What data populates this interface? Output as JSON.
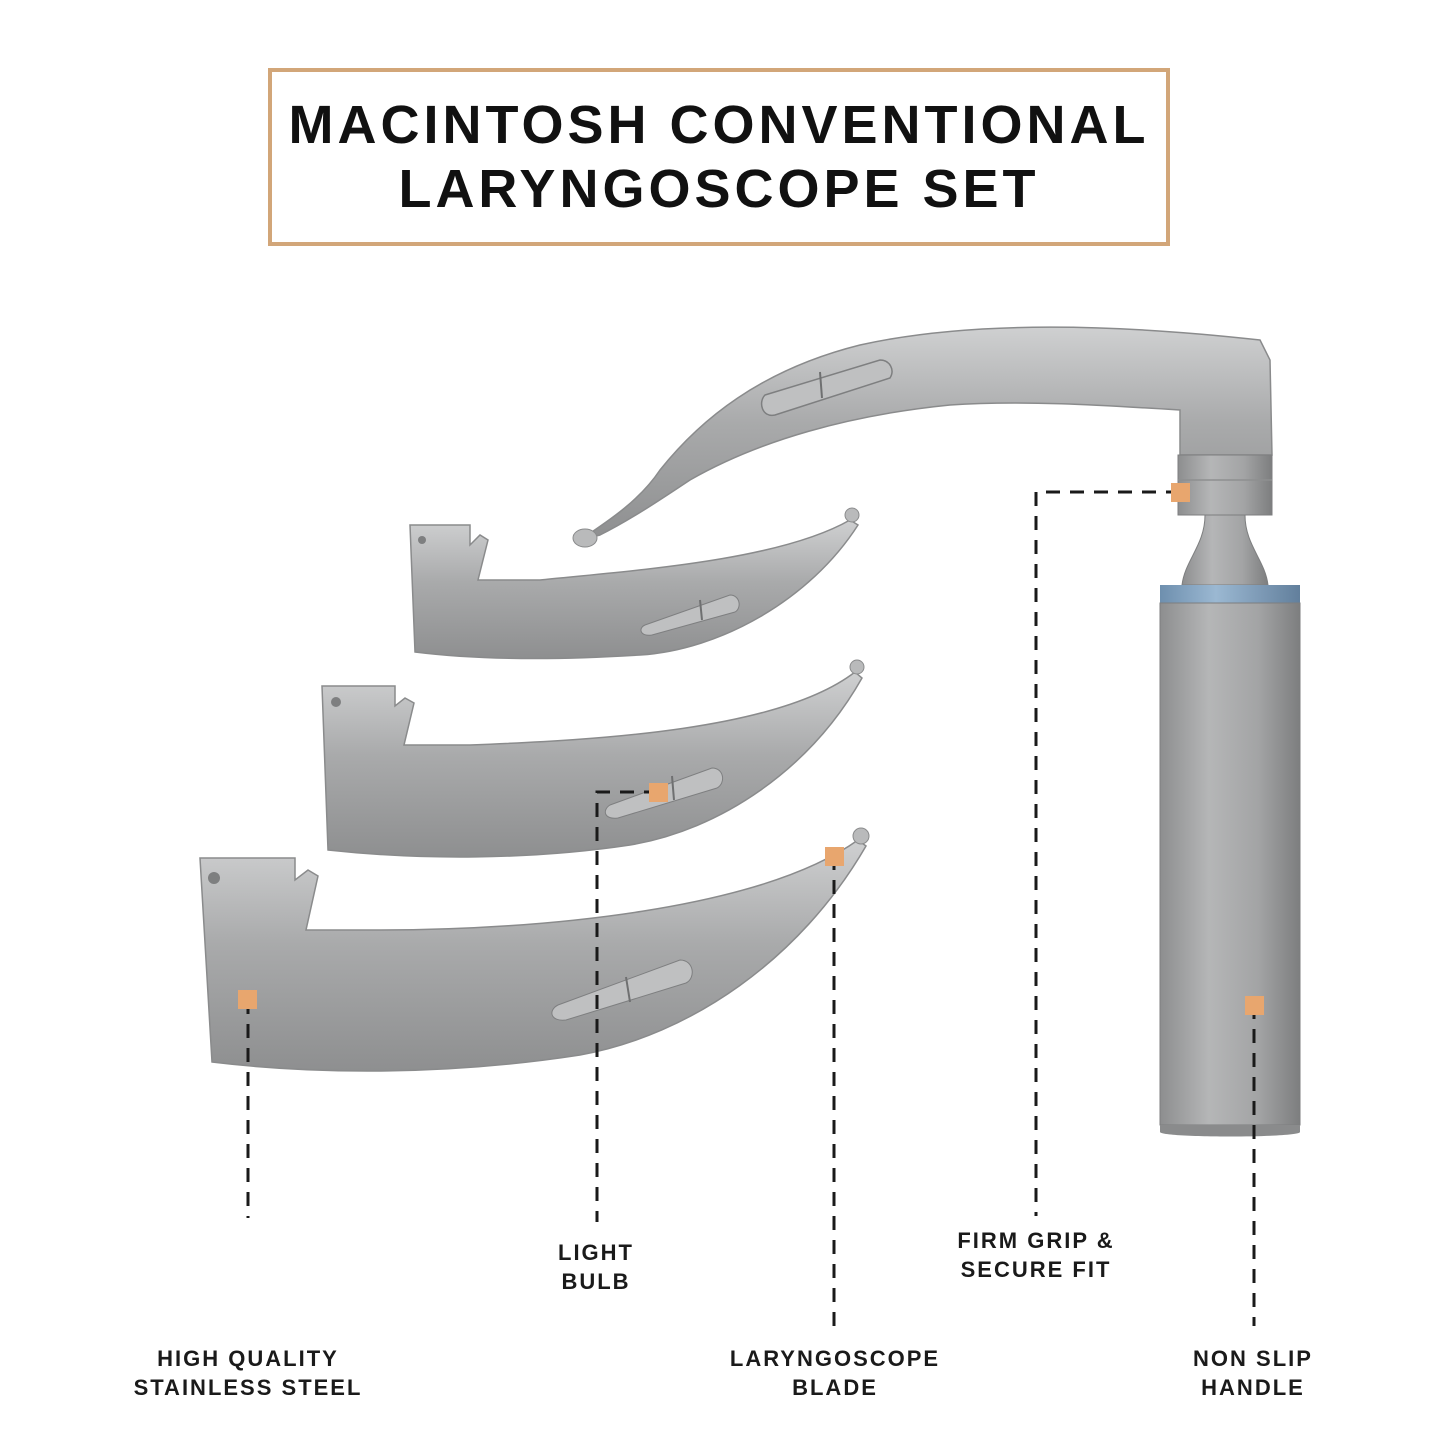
{
  "title": {
    "line1": "MACINTOSH CONVENTIONAL",
    "line2": "LARYNGOSCOPE SET"
  },
  "labels": {
    "stainless_steel": {
      "line1": "HIGH QUALITY",
      "line2": "STAINLESS STEEL"
    },
    "light_bulb": {
      "line1": "LIGHT",
      "line2": "BULB"
    },
    "blade": {
      "line1": "LARYNGOSCOPE",
      "line2": "BLADE"
    },
    "firm_grip": {
      "line1": "FIRM GRIP &",
      "line2": "SECURE FIT"
    },
    "handle": {
      "line1": "NON SLIP",
      "line2": "HANDLE"
    }
  },
  "colors": {
    "accent_border": "#d2a679",
    "marker": "#e8a66e",
    "steel": "#a9aaab",
    "handle_band": "#7e9fbe"
  }
}
